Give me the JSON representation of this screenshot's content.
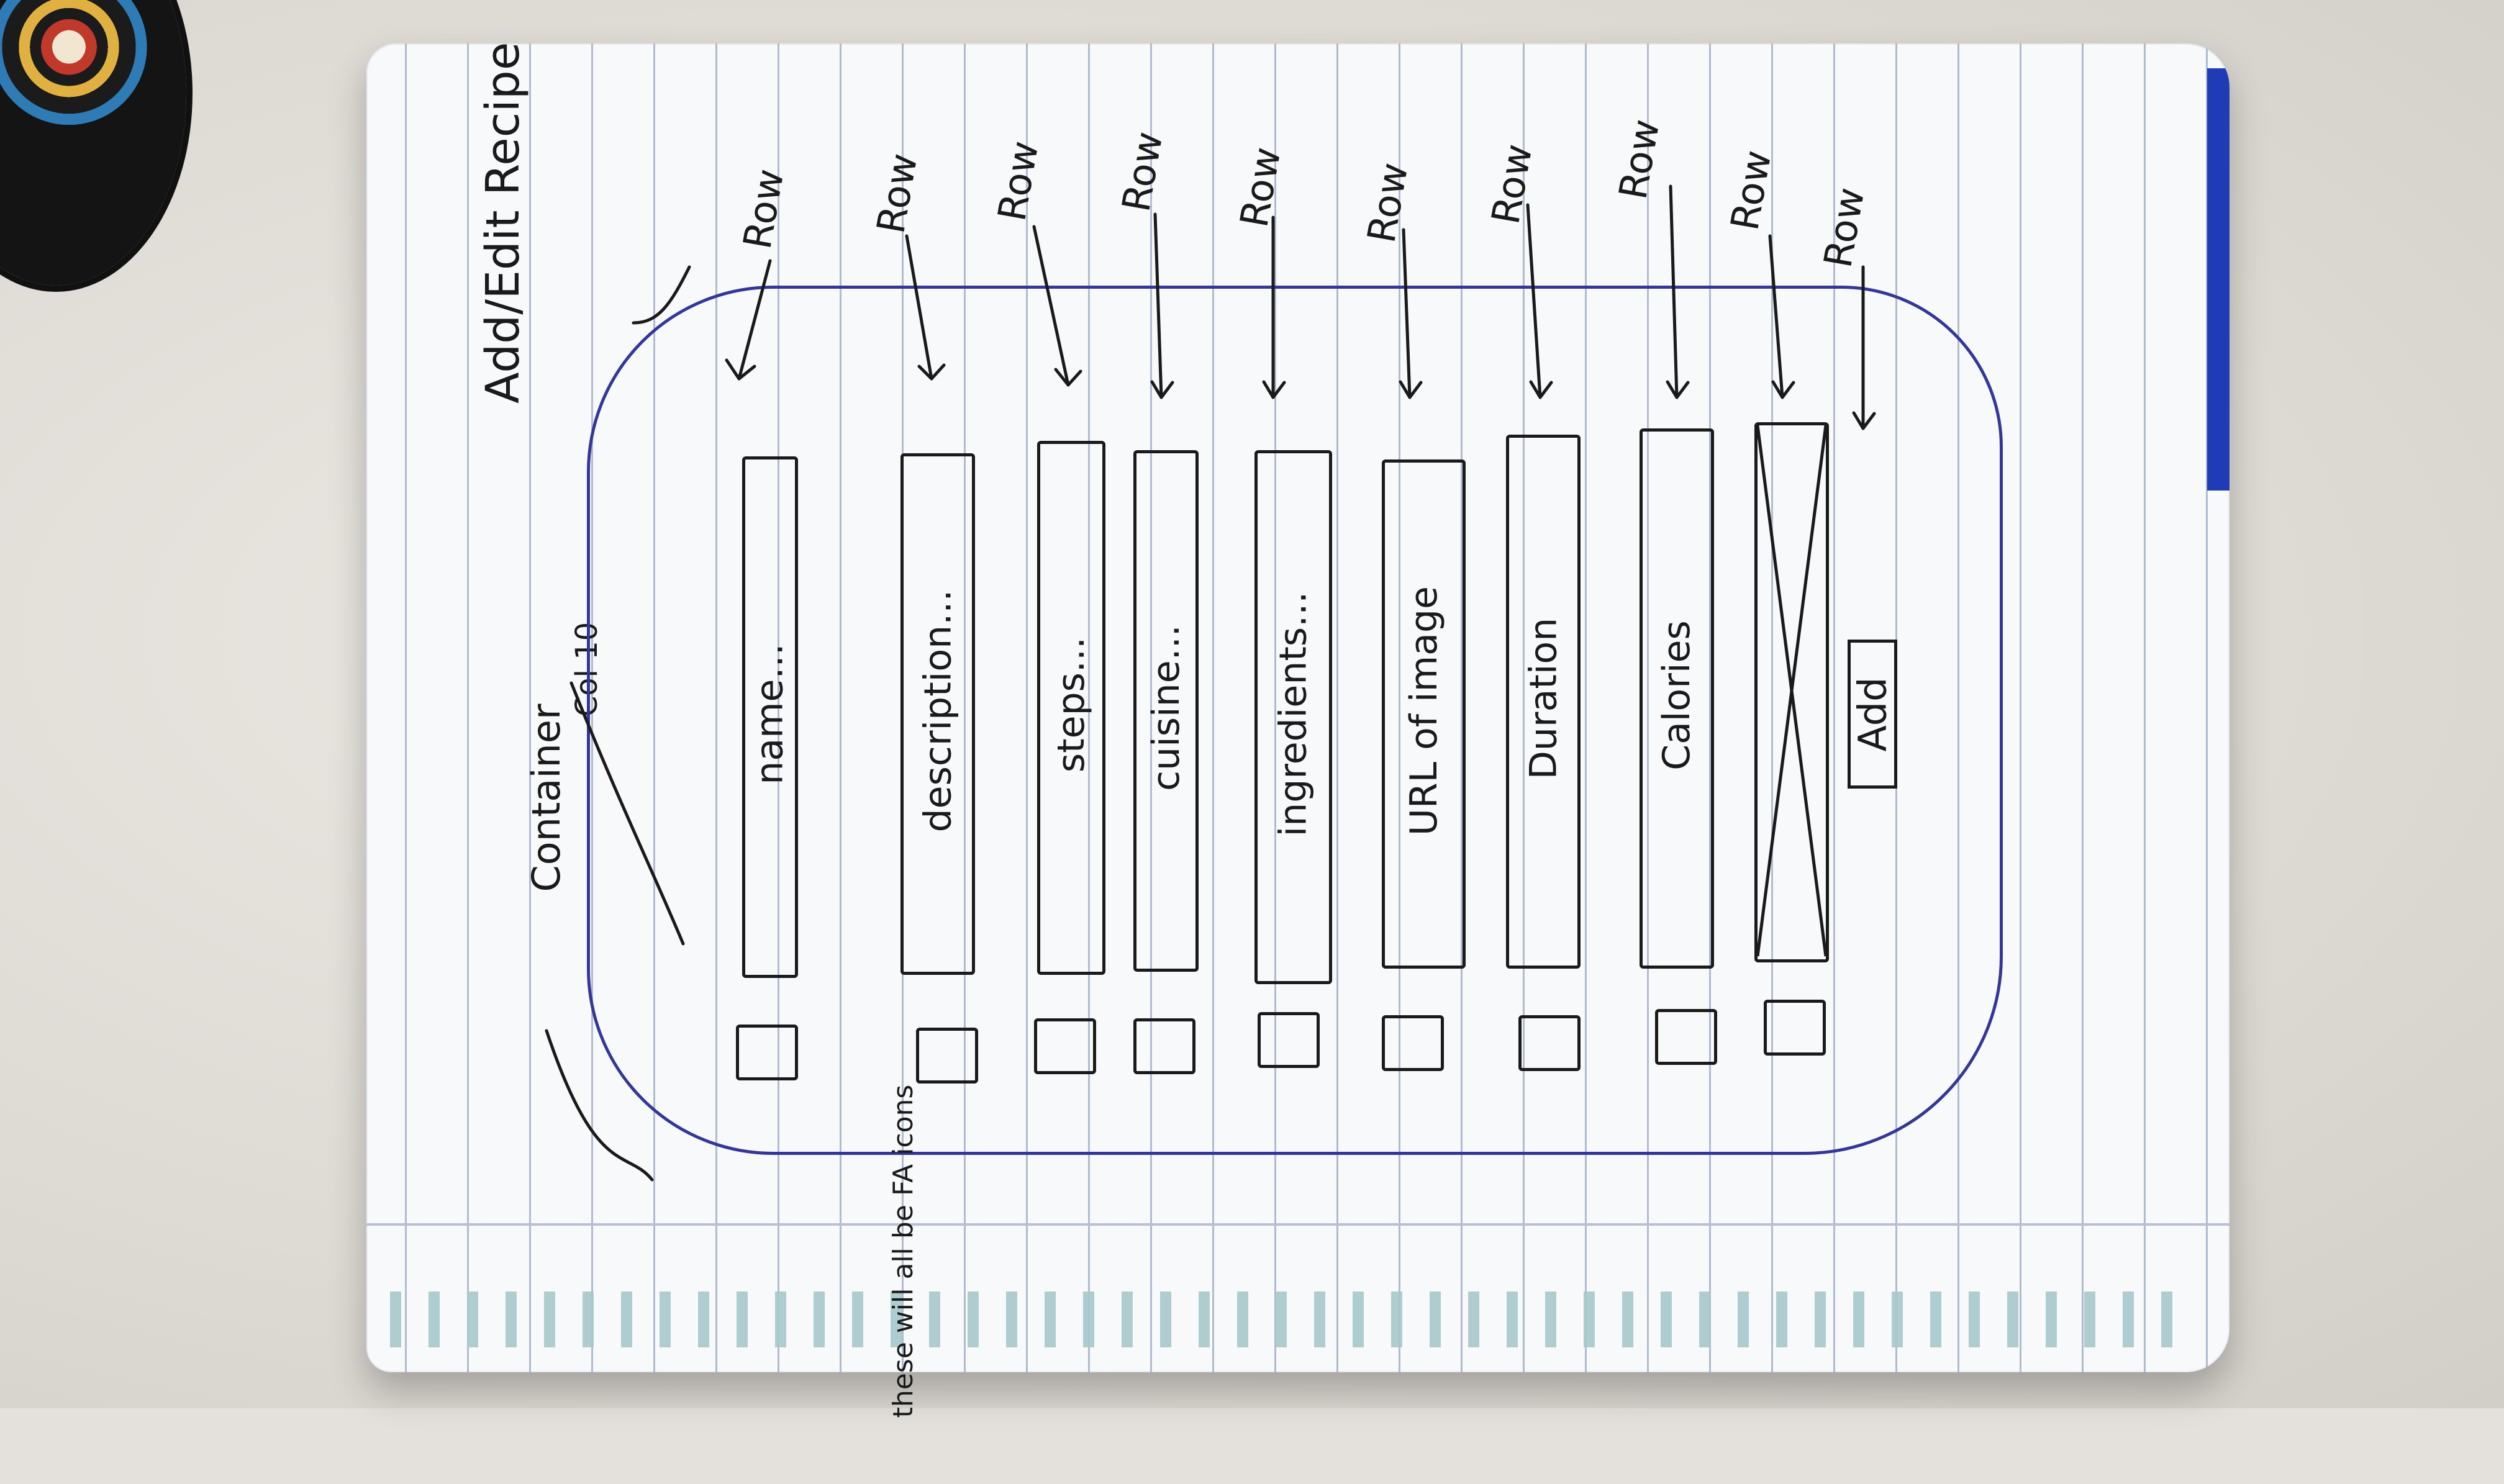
{
  "sketch": {
    "title": "Add/Edit Recipe",
    "container_label": "Container",
    "col_label": "Col 10",
    "row_label": "Row",
    "fields": [
      "name...",
      "description...",
      "steps...",
      "cuisine...",
      "ingredients...",
      "URL of image",
      "Duration",
      "Calories"
    ],
    "add_button": "Add",
    "icons_note": "these will all be FA icons"
  }
}
